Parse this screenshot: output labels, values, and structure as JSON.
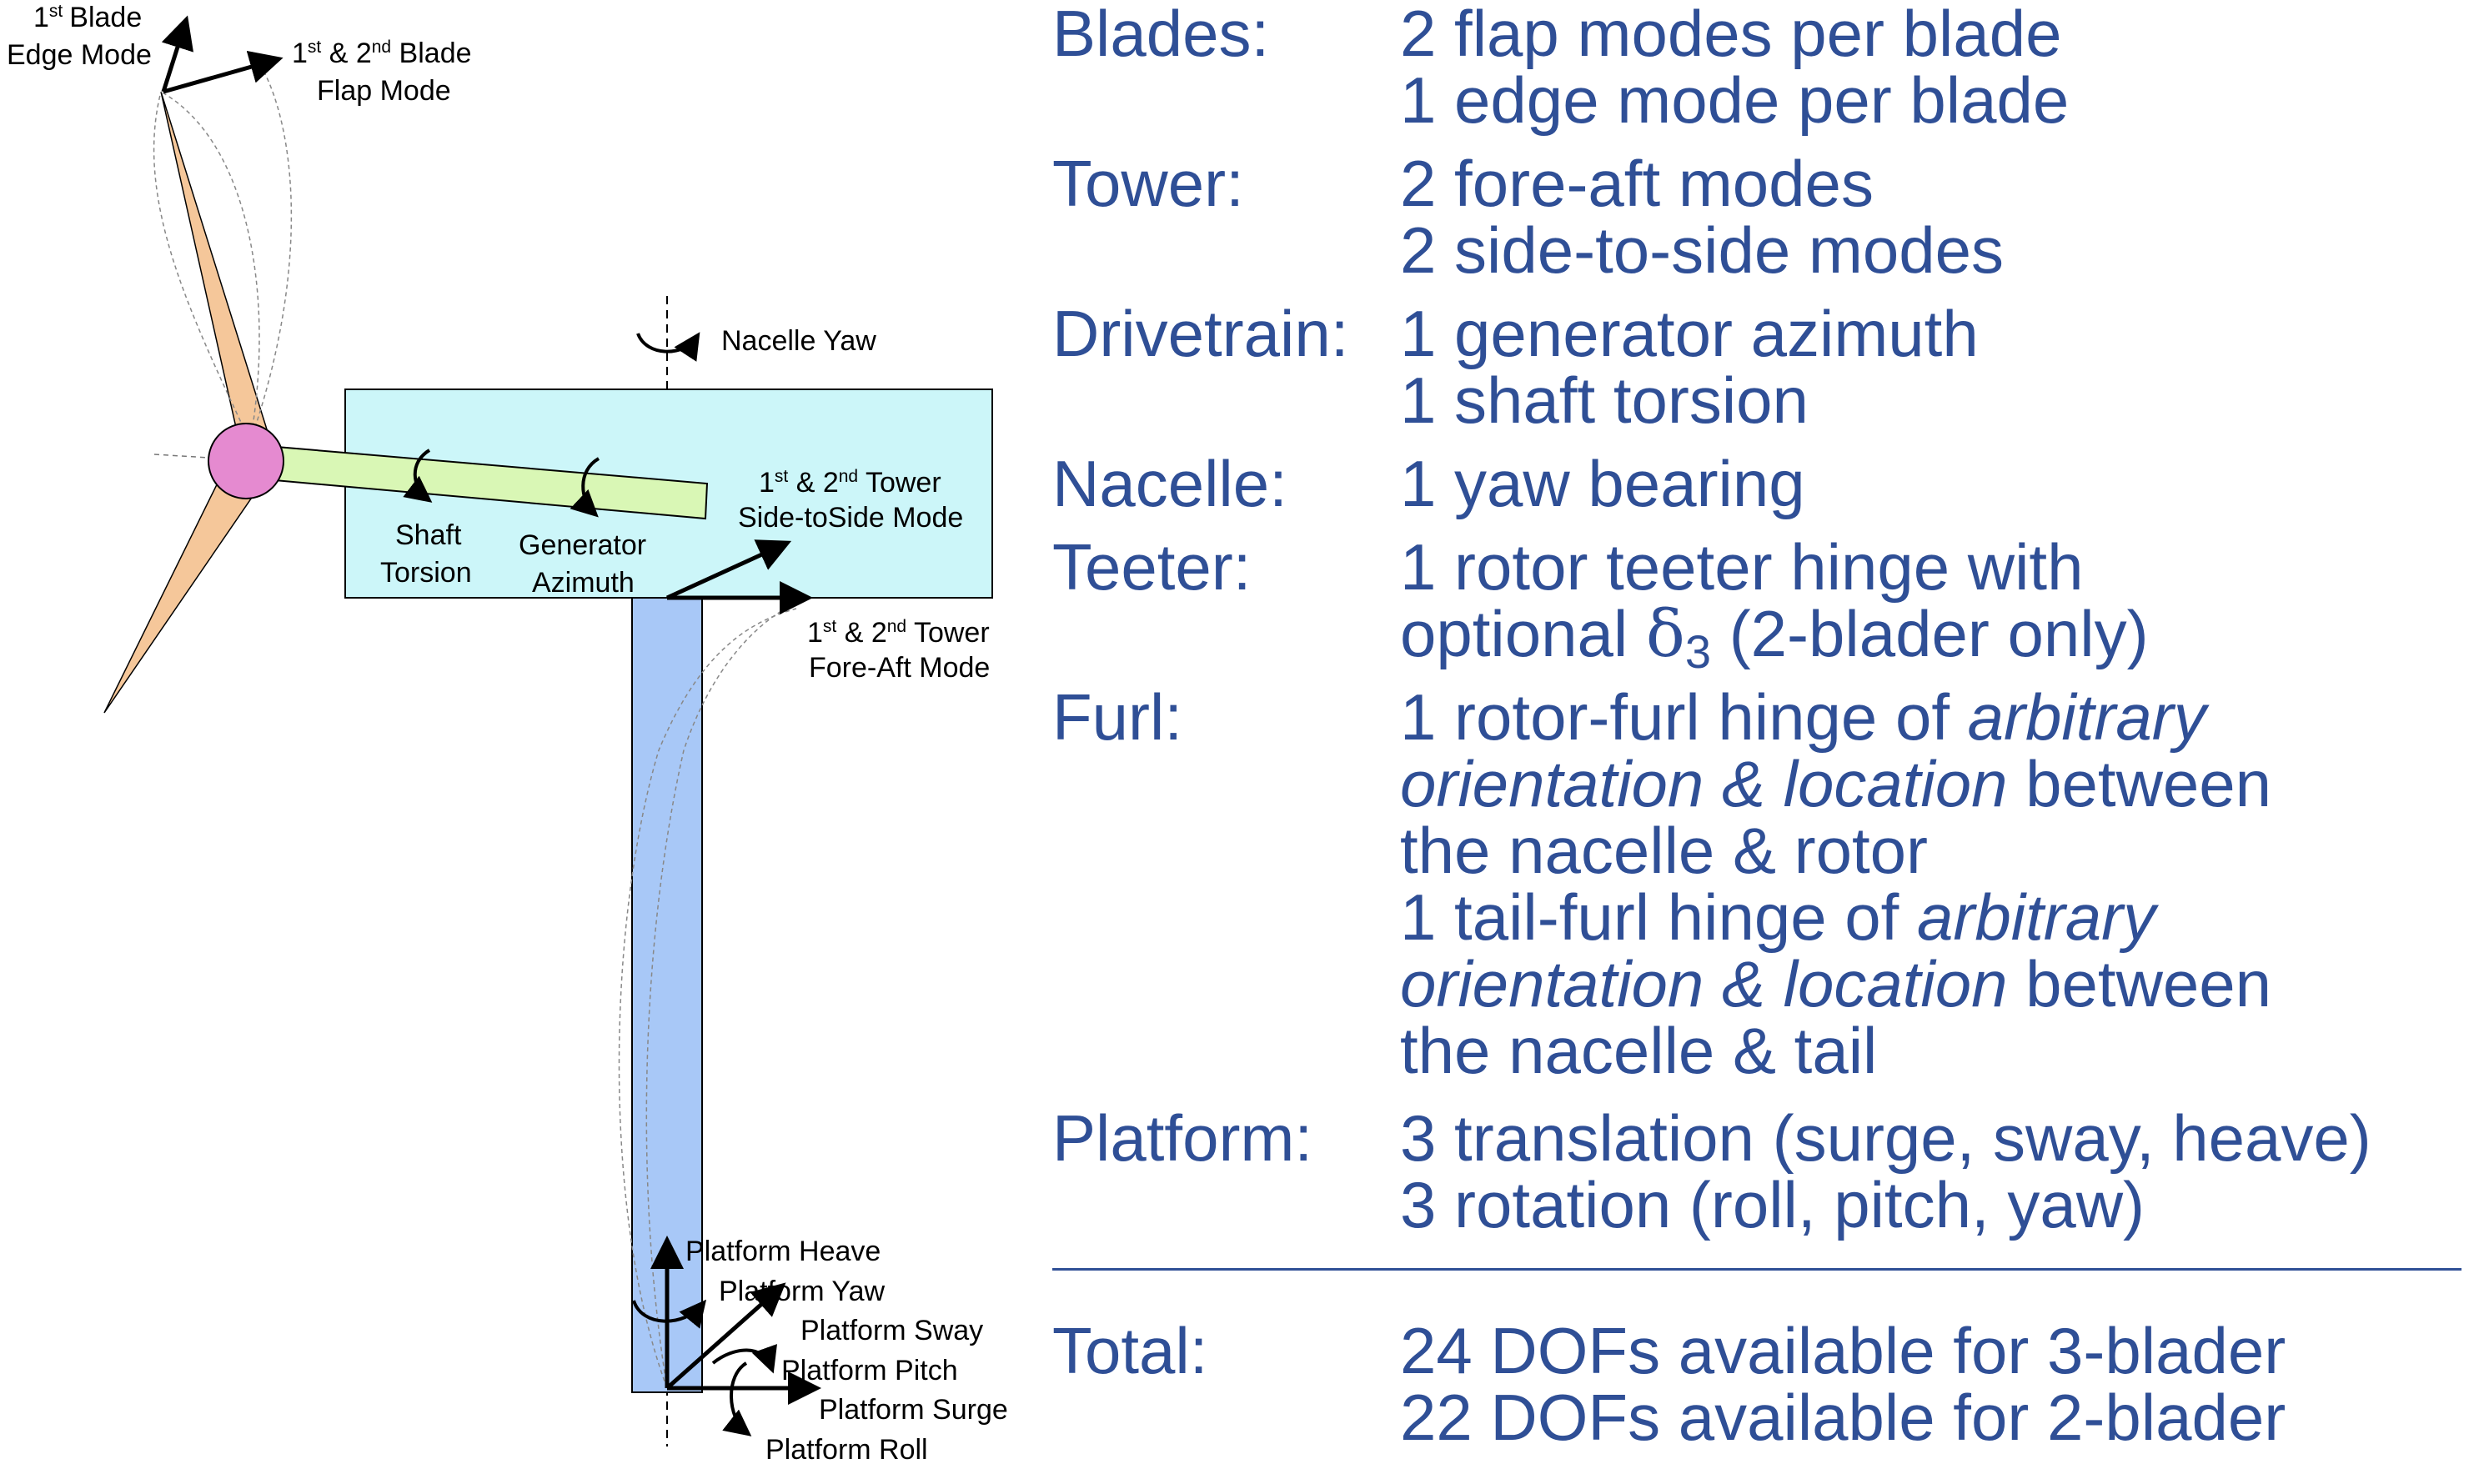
{
  "diagram": {
    "labels": {
      "blade_edge_sup": "st",
      "blade_edge_1": "1",
      "blade_edge_a": "Blade",
      "blade_edge_b": "Edge Mode",
      "blade_flap_1": "1",
      "blade_flap_sup1": "st",
      "blade_flap_mid": " & 2",
      "blade_flap_sup2": "nd",
      "blade_flap_end": " Blade",
      "blade_flap_b": "Flap Mode",
      "nacelle_yaw": "Nacelle Yaw",
      "shaft_a": "Shaft",
      "shaft_b": "Torsion",
      "gen_a": "Generator",
      "gen_b": "Azimuth",
      "ss_1": "1",
      "ss_sup1": "st",
      "ss_mid": " & 2",
      "ss_sup2": "nd",
      "ss_end": " Tower",
      "ss_b": "Side-toSide Mode",
      "fa_1": "1",
      "fa_sup1": "st",
      "fa_mid": " & 2",
      "fa_sup2": "nd",
      "fa_end": " Tower",
      "fa_b": "Fore-Aft Mode",
      "platform_heave": "Platform Heave",
      "platform_yaw": "Platform Yaw",
      "platform_sway": "Platform Sway",
      "platform_pitch": "Platform Pitch",
      "platform_surge": "Platform Surge",
      "platform_roll": "Platform Roll"
    },
    "colors": {
      "blade_fill": "#f5c79a",
      "hub_fill": "#e58ad0",
      "shaft_fill": "#d9f7b5",
      "nacelle_fill": "#ccf6f9",
      "tower_fill": "#a8c8f7"
    }
  },
  "dofs": {
    "blades": {
      "category": "Blades:",
      "lines": [
        "2 flap modes per blade",
        "1 edge mode per blade"
      ]
    },
    "tower": {
      "category": "Tower:",
      "lines": [
        "2 fore-aft modes",
        "2 side-to-side modes"
      ]
    },
    "drivetrain": {
      "category": "Drivetrain:",
      "lines": [
        "1 generator azimuth",
        "1 shaft torsion"
      ]
    },
    "nacelle": {
      "category": "Nacelle:",
      "lines": [
        "1 yaw bearing"
      ]
    },
    "teeter": {
      "category": "Teeter:",
      "line1": "1 rotor teeter hinge with",
      "line2_pre": "optional ",
      "line2_symbol": "δ",
      "line2_sub": "3",
      "line2_post": " (2-blader only)"
    },
    "furl": {
      "category": "Furl:",
      "l1": "1 rotor-furl hinge of ",
      "l1_it": "arbitrary",
      "l2_it": "orientation & location",
      "l2": " between",
      "l3": "the nacelle & rotor",
      "l4": "1 tail-furl hinge of ",
      "l4_it": "arbitrary",
      "l5_it": "orientation & location",
      "l5": " between",
      "l6": "the nacelle & tail"
    },
    "platform": {
      "category": "Platform:",
      "lines": [
        "3 translation (surge, sway, heave)",
        "3 rotation (roll, pitch, yaw)"
      ]
    },
    "total": {
      "category": "Total:",
      "lines": [
        "24 DOFs available for 3-blader",
        "22 DOFs available for 2-blader"
      ]
    },
    "accent_color": "#2f4f96"
  }
}
